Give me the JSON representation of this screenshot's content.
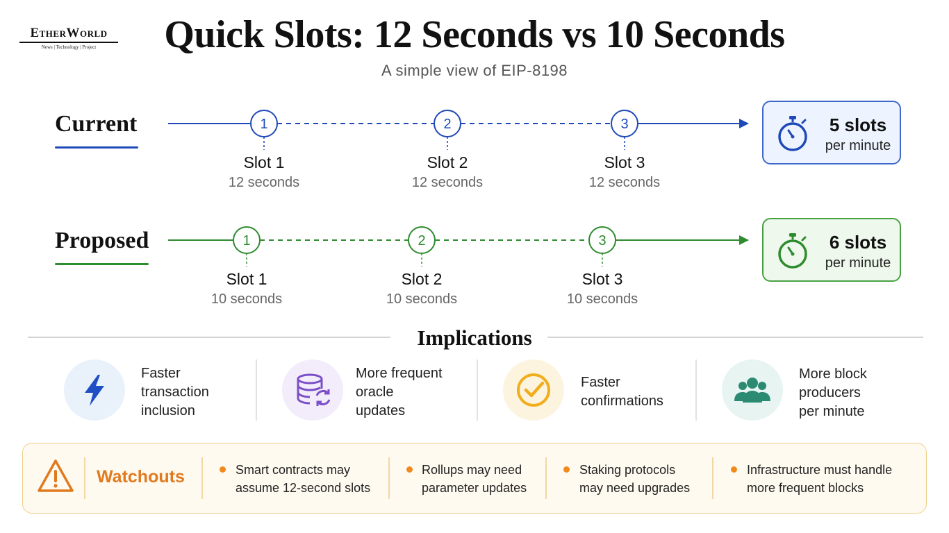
{
  "logo": {
    "name": "EtherWorld",
    "tagline": "News | Technology | Project"
  },
  "header": {
    "title": "Quick Slots: 12 Seconds vs 10 Seconds",
    "subtitle": "A simple view of EIP-8198"
  },
  "current": {
    "label": "Current",
    "color": "#1f49b8",
    "slots": [
      {
        "num": "1",
        "name": "Slot 1",
        "duration": "12 seconds"
      },
      {
        "num": "2",
        "name": "Slot 2",
        "duration": "12 seconds"
      },
      {
        "num": "3",
        "name": "Slot 3",
        "duration": "12 seconds"
      }
    ],
    "rate_value": "5 slots",
    "rate_unit": "per minute",
    "box_bg": "#eef4ff",
    "box_border": "#3f68c9"
  },
  "proposed": {
    "label": "Proposed",
    "color": "#2e8b2e",
    "slots": [
      {
        "num": "1",
        "name": "Slot 1",
        "duration": "10 seconds"
      },
      {
        "num": "2",
        "name": "Slot 2",
        "duration": "10 seconds"
      },
      {
        "num": "3",
        "name": "Slot 3",
        "duration": "10 seconds"
      }
    ],
    "rate_value": "6 slots",
    "rate_unit": "per minute",
    "box_bg": "#eef8ec",
    "box_border": "#49a043"
  },
  "implications": {
    "title": "Implications",
    "items": [
      {
        "icon": "lightning-icon",
        "lines": [
          "Faster",
          "transaction",
          "inclusion"
        ],
        "bg": "#e9f1fb",
        "color": "#1f4fc4"
      },
      {
        "icon": "database-refresh-icon",
        "lines": [
          "More frequent",
          "oracle",
          "updates"
        ],
        "bg": "#f2ecfb",
        "color": "#7b4fc9"
      },
      {
        "icon": "check-circle-icon",
        "lines": [
          "Faster",
          "confirmations"
        ],
        "bg": "#fdf4df",
        "color": "#f0ad1c"
      },
      {
        "icon": "users-icon",
        "lines": [
          "More block",
          "producers",
          "per minute"
        ],
        "bg": "#e7f4f1",
        "color": "#2a8a72"
      }
    ]
  },
  "watchouts": {
    "title": "Watchouts",
    "icon": "warning-icon",
    "items": [
      {
        "lines": [
          "Smart contracts may",
          "assume 12-second slots"
        ]
      },
      {
        "lines": [
          "Rollups may need",
          "parameter updates"
        ]
      },
      {
        "lines": [
          "Staking protocols",
          "may need upgrades"
        ]
      },
      {
        "lines": [
          "Infrastructure must handle",
          "more frequent blocks"
        ]
      }
    ]
  }
}
